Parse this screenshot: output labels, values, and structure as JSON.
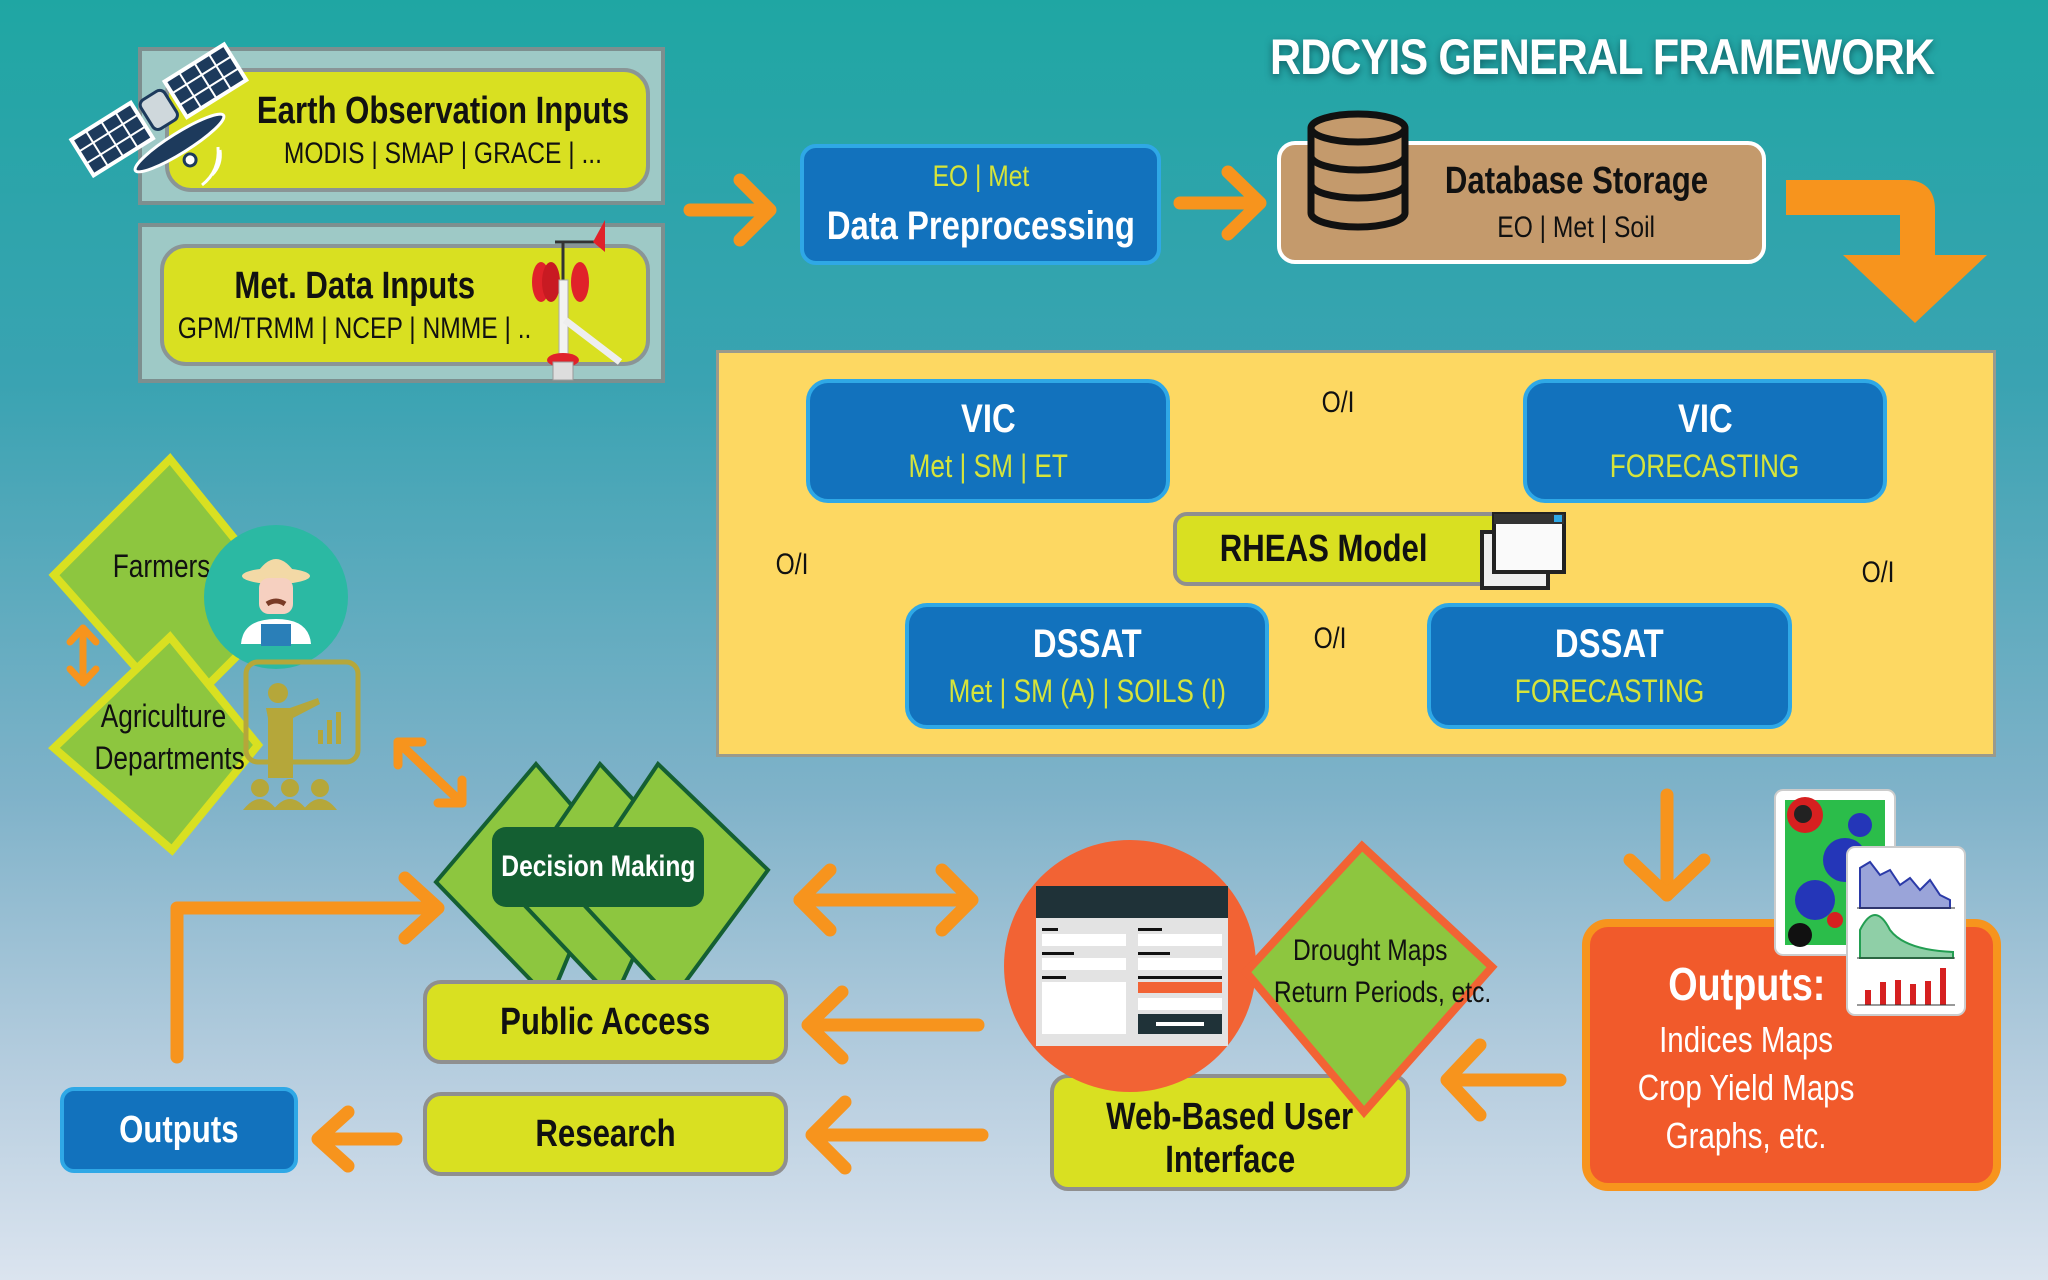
{
  "title": "RDCYIS GENERAL FRAMEWORK",
  "colors": {
    "arrow": "#f7941d",
    "blue_box": "#1272bd",
    "lime": "#d9e021",
    "yellow_panel": "#fdd862",
    "green_diamond": "#8dc63f",
    "dark_green": "#145f32",
    "orange_output": "#f15a2b",
    "db_tan": "#c49a6c"
  },
  "inputs": {
    "earth_observation": {
      "title": "Earth Observation Inputs",
      "subtitle": "MODIS | SMAP | GRACE | ...",
      "icon": "satellite-icon"
    },
    "met_data": {
      "title": "Met. Data Inputs",
      "subtitle": "GPM/TRMM | NCEP | NMME | ..",
      "icon": "weather-station-icon"
    }
  },
  "preprocessing": {
    "subtitle": "EO | Met",
    "title": "Data Preprocessing"
  },
  "database": {
    "title": "Database Storage",
    "subtitle": "EO | Met | Soil",
    "icon": "database-icon"
  },
  "models": {
    "vic": {
      "title": "VIC",
      "subtitle": "Met | SM | ET"
    },
    "vic_forecasting": {
      "title": "VIC",
      "subtitle": "FORECASTING"
    },
    "rheas": {
      "label": "RHEAS Model",
      "icon": "windows-icon"
    },
    "dssat": {
      "title": "DSSAT",
      "subtitle": "Met | SM (A) | SOILS (I)"
    },
    "dssat_forecasting": {
      "title": "DSSAT",
      "subtitle": "FORECASTING"
    },
    "flow_labels": {
      "vic_to_vicfc": "O/I",
      "vic_to_dssat": "O/I",
      "dssat_to_dssatfc": "O/I",
      "vicfc_to_dssatfc": "O/I"
    }
  },
  "outputs_main": {
    "title": "Outputs:",
    "items": [
      "Indices Maps",
      "Crop Yield Maps",
      "Graphs, etc."
    ],
    "icon": "maps-graphs-icon"
  },
  "web_ui": {
    "title_line1": "Web-Based User",
    "title_line2": "Interface",
    "icon": "web-form-icon",
    "diamond_line1": "Drought Maps",
    "diamond_line2": "Return Periods, etc."
  },
  "stakeholders": {
    "farmers": "Farmers",
    "agri_line1": "Agriculture",
    "agri_line2": "Departments",
    "farmer_icon": "farmer-icon",
    "presenter_icon": "presenter-icon"
  },
  "decision_making": "Decision Making",
  "public_access": "Public Access",
  "research": "Research",
  "outputs_final": "Outputs"
}
